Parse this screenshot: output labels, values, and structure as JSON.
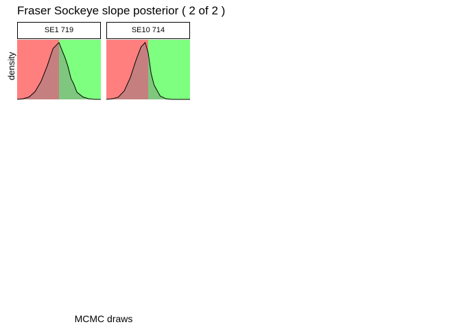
{
  "title": "Fraser Sockeye slope posterior ( 2  of  2 )",
  "xlabel": "MCMC draws",
  "ylabel": "density",
  "colors": {
    "negative_region": "#ff0000",
    "positive_region": "#00ff00",
    "curve": "#000000"
  },
  "chart_data": [
    {
      "type": "area",
      "strip_label": "SE1 719",
      "threshold": 0,
      "xlim": [
        -0.7,
        0.7
      ],
      "x": [
        -0.7,
        -0.6,
        -0.5,
        -0.4,
        -0.3,
        -0.2,
        -0.1,
        0.0,
        0.05,
        0.1,
        0.15,
        0.2,
        0.25,
        0.3,
        0.4,
        0.5,
        0.6,
        0.7
      ],
      "density": [
        0.0,
        0.01,
        0.04,
        0.13,
        0.3,
        0.55,
        0.85,
        0.95,
        0.82,
        0.7,
        0.55,
        0.35,
        0.25,
        0.12,
        0.04,
        0.01,
        0.0,
        0.0
      ]
    },
    {
      "type": "area",
      "strip_label": "SE10 714",
      "threshold": 0,
      "xlim": [
        -0.7,
        0.7
      ],
      "x": [
        -0.7,
        -0.6,
        -0.5,
        -0.4,
        -0.3,
        -0.2,
        -0.12,
        -0.05,
        0.0,
        0.05,
        0.1,
        0.2,
        0.3,
        0.4,
        0.5,
        0.6,
        0.7
      ],
      "density": [
        0.0,
        0.01,
        0.04,
        0.15,
        0.38,
        0.7,
        0.92,
        1.0,
        0.82,
        0.45,
        0.25,
        0.06,
        0.01,
        0.0,
        0.0,
        0.0,
        0.0
      ]
    }
  ]
}
